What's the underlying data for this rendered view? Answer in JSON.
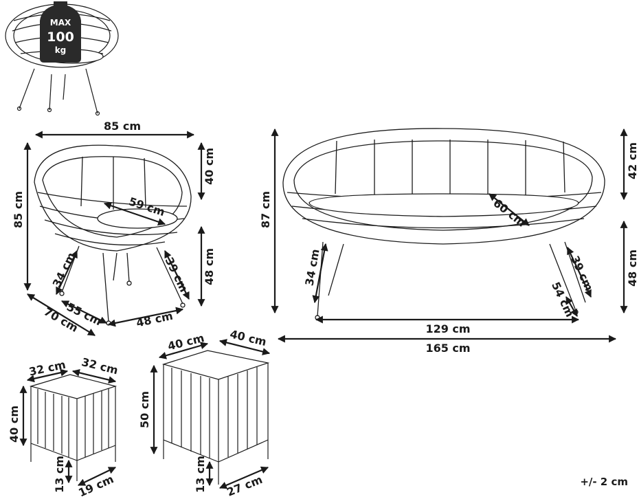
{
  "weight_badge": {
    "line1": "MAX",
    "line2": "100",
    "line3": "kg"
  },
  "armchair": {
    "width": "85 cm",
    "height": "85 cm",
    "back_height": "40 cm",
    "leg_height": "48 cm",
    "seat_width": "59 cm",
    "leg_front": "34 cm",
    "leg_back": "39 cm",
    "depth": "70 cm",
    "base_depth": "55 cm",
    "base_width": "48 cm"
  },
  "sofa": {
    "height": "87 cm",
    "back_height": "42 cm",
    "leg_height": "48 cm",
    "seat_depth": "60 cm",
    "leg_front": "34 cm",
    "leg_back": "39 cm",
    "leg_spread": "54 cm",
    "base_width": "129 cm",
    "width": "165 cm"
  },
  "small_table": {
    "width": "32 cm",
    "depth": "32 cm",
    "height": "40 cm",
    "leg_height": "13 cm",
    "base": "19 cm"
  },
  "large_table": {
    "width": "40 cm",
    "depth": "40 cm",
    "height": "50 cm",
    "leg_height": "13 cm",
    "base": "27 cm"
  },
  "tolerance": "+/- 2 cm",
  "colors": {
    "line": "#1a1a1a",
    "background": "#ffffff"
  }
}
